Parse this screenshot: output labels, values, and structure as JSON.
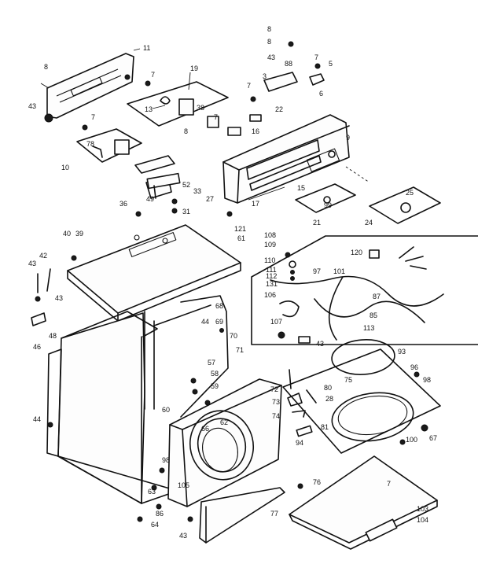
{
  "callouts": [
    {
      "label": "8"
    },
    {
      "label": "11"
    },
    {
      "label": "8"
    },
    {
      "label": "43"
    },
    {
      "label": "7"
    },
    {
      "label": "19"
    },
    {
      "label": "13"
    },
    {
      "label": "38"
    },
    {
      "label": "8"
    },
    {
      "label": "7"
    },
    {
      "label": "16"
    },
    {
      "label": "22"
    },
    {
      "label": "7"
    },
    {
      "label": "78"
    },
    {
      "label": "10"
    },
    {
      "label": "49"
    },
    {
      "label": "8"
    },
    {
      "label": "43"
    },
    {
      "label": "88"
    },
    {
      "label": "7"
    },
    {
      "label": "3"
    },
    {
      "label": "5"
    },
    {
      "label": "7"
    },
    {
      "label": "6"
    },
    {
      "label": "9"
    },
    {
      "label": "15"
    },
    {
      "label": "17"
    },
    {
      "label": "25"
    },
    {
      "label": "21"
    },
    {
      "label": "99"
    },
    {
      "label": "24"
    },
    {
      "label": "52"
    },
    {
      "label": "33"
    },
    {
      "label": "27"
    },
    {
      "label": "31"
    },
    {
      "label": "36"
    },
    {
      "label": "40"
    },
    {
      "label": "39"
    },
    {
      "label": "121"
    },
    {
      "label": "61"
    },
    {
      "label": "108"
    },
    {
      "label": "109"
    },
    {
      "label": "120"
    },
    {
      "label": "110"
    },
    {
      "label": "111"
    },
    {
      "label": "112"
    },
    {
      "label": "131"
    },
    {
      "label": "97"
    },
    {
      "label": "101"
    },
    {
      "label": "106"
    },
    {
      "label": "87"
    },
    {
      "label": "85"
    },
    {
      "label": "107"
    },
    {
      "label": "113"
    },
    {
      "label": "43"
    },
    {
      "label": "43"
    },
    {
      "label": "42"
    },
    {
      "label": "43"
    },
    {
      "label": "46"
    },
    {
      "label": "48"
    },
    {
      "label": "44"
    },
    {
      "label": "68"
    },
    {
      "label": "44"
    },
    {
      "label": "69"
    },
    {
      "label": "70"
    },
    {
      "label": "71"
    },
    {
      "label": "93"
    },
    {
      "label": "96"
    },
    {
      "label": "98"
    },
    {
      "label": "75"
    },
    {
      "label": "57"
    },
    {
      "label": "58"
    },
    {
      "label": "59"
    },
    {
      "label": "72"
    },
    {
      "label": "80"
    },
    {
      "label": "73"
    },
    {
      "label": "28"
    },
    {
      "label": "74"
    },
    {
      "label": "81"
    },
    {
      "label": "60"
    },
    {
      "label": "66"
    },
    {
      "label": "62"
    },
    {
      "label": "100"
    },
    {
      "label": "67"
    },
    {
      "label": "94"
    },
    {
      "label": "98"
    },
    {
      "label": "105"
    },
    {
      "label": "63"
    },
    {
      "label": "86"
    },
    {
      "label": "64"
    },
    {
      "label": "43"
    },
    {
      "label": "76"
    },
    {
      "label": "7"
    },
    {
      "label": "77"
    },
    {
      "label": "103"
    },
    {
      "label": "104"
    }
  ]
}
